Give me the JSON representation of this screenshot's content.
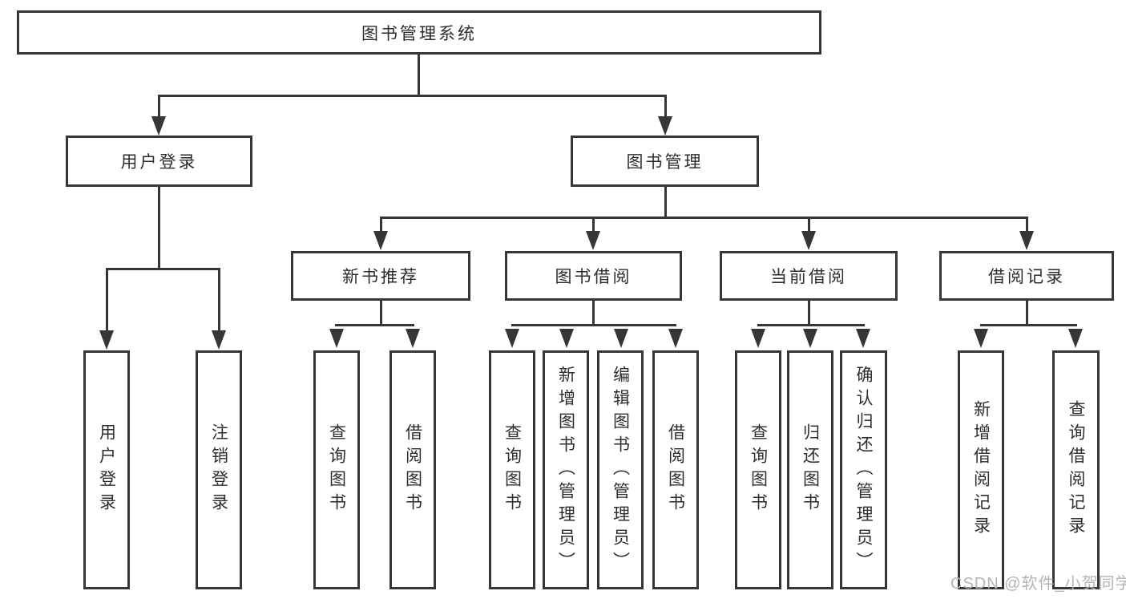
{
  "diagram": {
    "title_box": {
      "label": "图书管理系统"
    },
    "branches": [
      {
        "label": "用户登录",
        "children": [
          {
            "label": "用户登录"
          },
          {
            "label": "注销登录"
          }
        ]
      },
      {
        "label": "图书管理",
        "children": [
          {
            "label": "新书推荐",
            "children": [
              {
                "label": "查询图书"
              },
              {
                "label": "借阅图书"
              }
            ]
          },
          {
            "label": "图书借阅",
            "children": [
              {
                "label": "查询图书"
              },
              {
                "label": "新增图书（管理员）"
              },
              {
                "label": "编辑图书（管理员）"
              },
              {
                "label": "借阅图书"
              }
            ]
          },
          {
            "label": "当前借阅",
            "children": [
              {
                "label": "查询图书"
              },
              {
                "label": "归还图书"
              },
              {
                "label": "确认归还（管理员）"
              }
            ]
          },
          {
            "label": "借阅记录",
            "children": [
              {
                "label": "新增借阅记录"
              },
              {
                "label": "查询借阅记录"
              }
            ]
          }
        ]
      }
    ],
    "watermark": "CSDN @软件_小贺同学",
    "colors": {
      "line": "#363636",
      "box_border": "#363636",
      "text": "#2d2d2d",
      "watermark": "#b5b5b5",
      "background": "#ffffff"
    }
  }
}
